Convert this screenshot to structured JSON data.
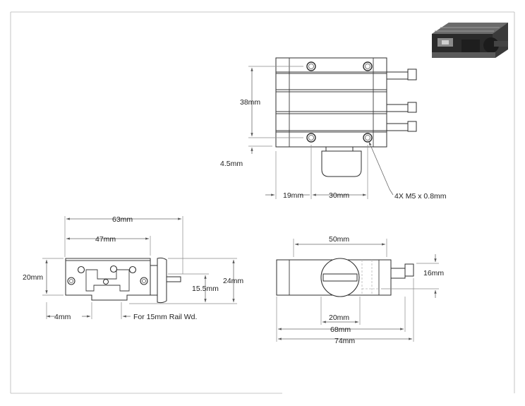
{
  "colors": {
    "ink": "#2e2e2e",
    "dim_line": "#6a6a6a",
    "background": "#ffffff"
  },
  "top_view": {
    "height_label": "38mm",
    "offset_label": "4.5mm",
    "edge_to_hole_label": "19mm",
    "hole_spacing_label": "30mm",
    "hole_callout": "4X M5 x 0.8mm"
  },
  "end_view": {
    "overall_width_label": "63mm",
    "hole_spacing_label": "47mm",
    "height_label": "20mm",
    "total_height_label": "24mm",
    "rail_height_label": "15.5mm",
    "margin_label": "4mm",
    "rail_note": "For 15mm Rail Wd."
  },
  "side_view": {
    "top_span_label": "50mm",
    "knob_label": "20mm",
    "body_label": "68mm",
    "overall_label": "74mm",
    "right_label": "16mm"
  }
}
